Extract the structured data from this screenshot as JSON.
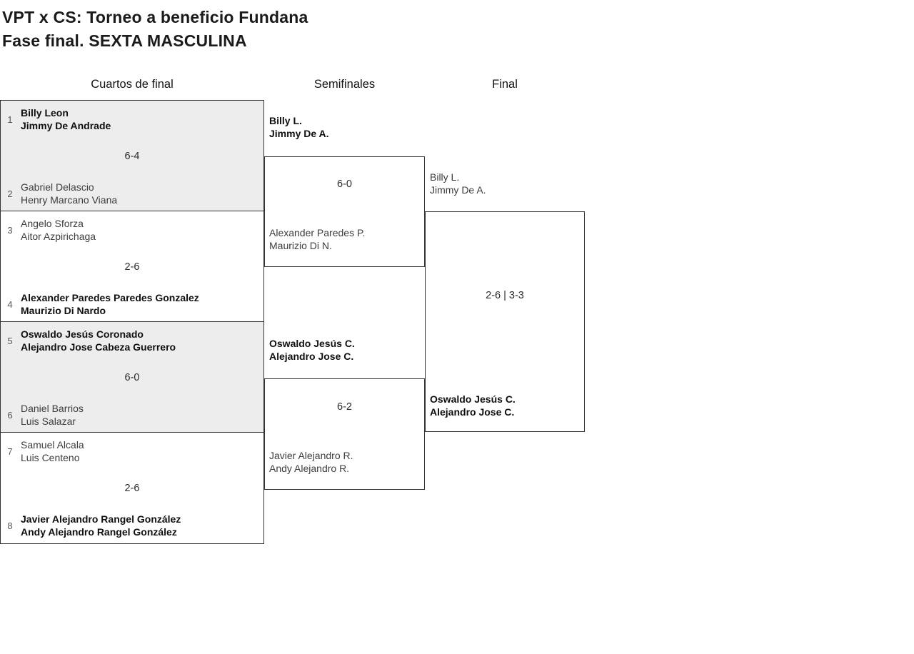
{
  "title": {
    "line1": "VPT x CS: Torneo a beneficio Fundana",
    "line2": "Fase final. SEXTA MASCULINA"
  },
  "columns": [
    {
      "label": "Cuartos de final"
    },
    {
      "label": "Semifinales"
    },
    {
      "label": "Final"
    }
  ],
  "colors": {
    "background": "#ffffff",
    "shaded_cell": "#ededed",
    "border": "#333333",
    "winner_text": "#0f0f0f",
    "loser_text": "#3d3d3d",
    "seed_text": "#555555"
  },
  "quarterfinals": [
    {
      "seed_top": "1",
      "team_top": [
        "Billy Leon",
        "Jimmy De Andrade"
      ],
      "top_winner": true,
      "score": "6-4",
      "seed_bottom": "2",
      "team_bottom": [
        "Gabriel Delascio",
        "Henry Marcano Viana"
      ],
      "bottom_winner": false,
      "shaded": true
    },
    {
      "seed_top": "3",
      "team_top": [
        "Angelo Sforza",
        "Aitor Azpirichaga"
      ],
      "top_winner": false,
      "score": "2-6",
      "seed_bottom": "4",
      "team_bottom": [
        "Alexander Paredes Paredes Gonzalez",
        "Maurizio Di Nardo"
      ],
      "bottom_winner": true,
      "shaded": false
    },
    {
      "seed_top": "5",
      "team_top": [
        "Oswaldo Jesús Coronado",
        "Alejandro Jose Cabeza Guerrero"
      ],
      "top_winner": true,
      "score": "6-0",
      "seed_bottom": "6",
      "team_bottom": [
        "Daniel Barrios",
        "Luis Salazar"
      ],
      "bottom_winner": false,
      "shaded": true
    },
    {
      "seed_top": "7",
      "team_top": [
        "Samuel Alcala",
        "Luis Centeno"
      ],
      "top_winner": false,
      "score": "2-6",
      "seed_bottom": "8",
      "team_bottom": [
        "Javier Alejandro Rangel González",
        "Andy Alejandro Rangel González"
      ],
      "bottom_winner": true,
      "shaded": false
    }
  ],
  "semifinals": [
    {
      "team_top": [
        "Billy L.",
        "Jimmy De A."
      ],
      "top_winner": true,
      "score": "6-0",
      "team_bottom": [
        "Alexander Paredes P.",
        "Maurizio Di N."
      ],
      "bottom_winner": false
    },
    {
      "team_top": [
        "Oswaldo Jesús C.",
        "Alejandro Jose C."
      ],
      "top_winner": true,
      "score": "6-2",
      "team_bottom": [
        "Javier Alejandro R.",
        "Andy Alejandro R."
      ],
      "bottom_winner": false
    }
  ],
  "final": {
    "team_top": [
      "Billy L.",
      "Jimmy De A."
    ],
    "top_winner": false,
    "score": "2-6 | 3-3",
    "team_bottom": [
      "Oswaldo Jesús C.",
      "Alejandro Jose C."
    ],
    "bottom_winner": true
  }
}
